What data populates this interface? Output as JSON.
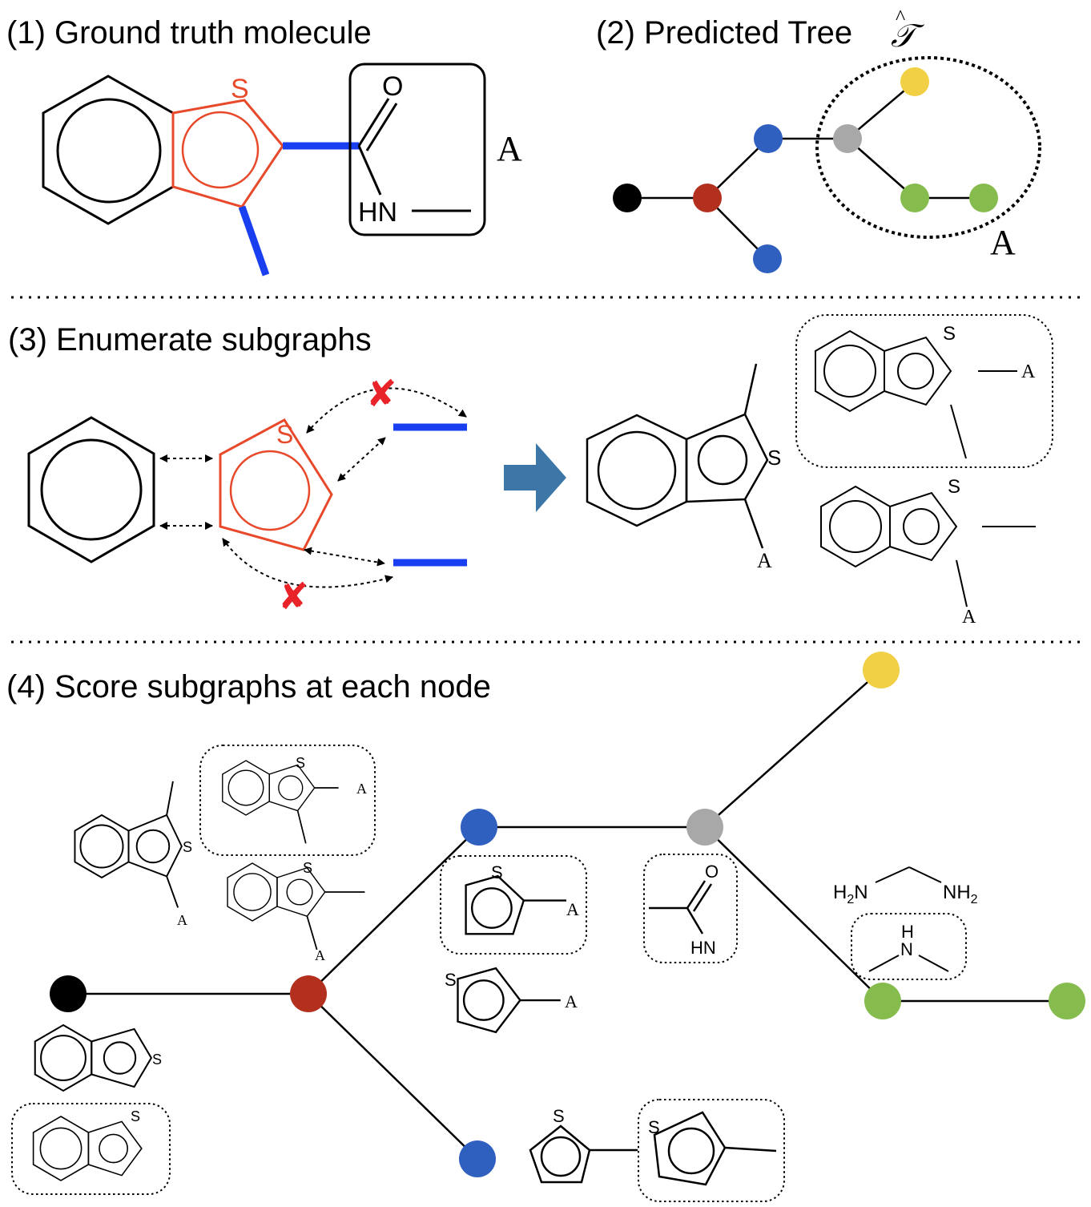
{
  "panels": {
    "p1": {
      "title": "(1) Ground truth molecule",
      "label_A": "A",
      "atom_S": "S",
      "atom_O": "O",
      "atom_HN": "HN"
    },
    "p2": {
      "title": "(2) Predicted Tree",
      "symbol": "𝒯",
      "hat": "^",
      "label_A": "A"
    },
    "p3": {
      "title": "(3) Enumerate subgraphs",
      "atom_S": "S",
      "label_A": "A",
      "cross": "✘"
    },
    "p4": {
      "title": "(4) Score subgraphs at each node",
      "atom_S": "S",
      "atom_O": "O",
      "atom_HN": "HN",
      "atom_N": "N",
      "atom_H": "H",
      "h2n": "H",
      "h2n_sub": "2",
      "h2n_tail": "N",
      "nh2": "NH",
      "nh2_sub": "2",
      "label_A": "A"
    }
  },
  "colors": {
    "black_node": "#000000",
    "red_node": "#b3301e",
    "blue_node": "#2f5fbf",
    "gray_node": "#a8a8a8",
    "yellow_node": "#f2d046",
    "green_node": "#86bc4e",
    "ring_red": "#e8492a",
    "bond_blue": "#1a3ff0",
    "arrow_blue": "#3d77a8"
  },
  "icons": {
    "arrow": "right-arrow-icon",
    "cross": "red-cross-icon"
  }
}
